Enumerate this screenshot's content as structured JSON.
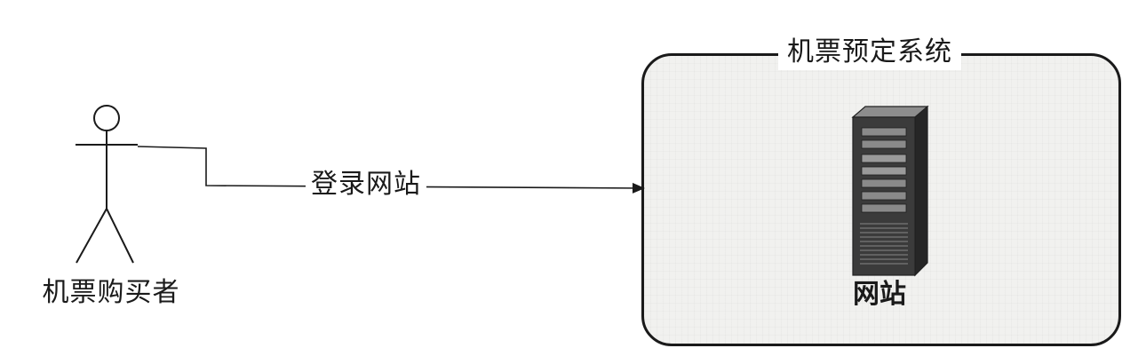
{
  "actor": {
    "label": "机票购买者",
    "icon": "stick-figure-icon"
  },
  "edge": {
    "label": "登录网站"
  },
  "system": {
    "title": "机票预定系统",
    "node": {
      "label": "网站",
      "icon": "server-tower-icon"
    }
  },
  "colors": {
    "line": "#1a1a1a",
    "system_fill": "#f1f1ef",
    "server_body": "#3b3b3b",
    "server_panel": "#8a8a8a"
  }
}
